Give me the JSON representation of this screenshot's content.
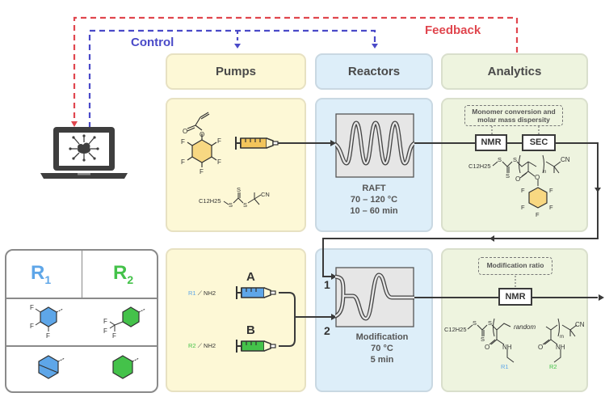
{
  "flows": {
    "control_label": "Control",
    "feedback_label": "Feedback",
    "control_color": "#4a4ac8",
    "feedback_color": "#e0464e"
  },
  "columns": {
    "pumps": {
      "title": "Pumps",
      "color": "#fdf8d6"
    },
    "reactors": {
      "title": "Reactors",
      "color": "#ddeef9"
    },
    "analytics": {
      "title": "Analytics",
      "color": "#eef4df"
    }
  },
  "computer": {
    "icon": "laptop-cloud-network-icon"
  },
  "stage1": {
    "pumps": {
      "monomer": {
        "icon": "pentafluorophenyl-acrylate-structure",
        "atoms": [
          "O",
          "O",
          "F",
          "F",
          "F",
          "F",
          "F"
        ]
      },
      "cta": {
        "formula_prefix": "C12H25",
        "atoms": [
          "S",
          "S",
          "S",
          "CN"
        ]
      },
      "syringe_color": "#f2c55b"
    },
    "reactor": {
      "name": "RAFT",
      "temperature": "70 – 120 °C",
      "time": "10 – 60 min"
    },
    "analytics": {
      "note": "Monomer conversion and molar mass dispersity",
      "instruments": [
        "NMR",
        "SEC"
      ],
      "product": {
        "prefix": "C12H25",
        "subscript": "n",
        "end_group": "CN",
        "atoms": [
          "S",
          "S",
          "S",
          "O",
          "O",
          "F",
          "F",
          "F",
          "F",
          "F"
        ]
      }
    }
  },
  "stage2": {
    "pumps": {
      "syringe_a": {
        "label": "A",
        "reagent_r": "R1",
        "reagent_amine": "NH2",
        "color": "#5ea6e8"
      },
      "syringe_b": {
        "label": "B",
        "reagent_r": "R2",
        "reagent_amine": "NH2",
        "color": "#44c24a"
      }
    },
    "reactor": {
      "inlet_1": "1",
      "inlet_2": "2",
      "name": "Modification",
      "temperature": "70 °C",
      "time": "5 min"
    },
    "analytics": {
      "note": "Modification ratio",
      "instrument": "NMR",
      "product": {
        "prefix": "C12H25",
        "random_label": "random",
        "subscript": "m",
        "end_group": "CN",
        "r1": "R1",
        "r2": "R2",
        "amide": "NH"
      }
    }
  },
  "legend": {
    "headers": [
      {
        "label": "R",
        "sub": "1",
        "color": "#5ea6e8"
      },
      {
        "label": "R",
        "sub": "2",
        "color": "#44c24a"
      }
    ],
    "rows": [
      {
        "r1": "3,4,5-trifluorophenyl",
        "r2": "4-(trifluoromethyl)phenyl"
      },
      {
        "r1": "bicyclic (norbornyl)",
        "r2": "phenyl"
      }
    ]
  }
}
